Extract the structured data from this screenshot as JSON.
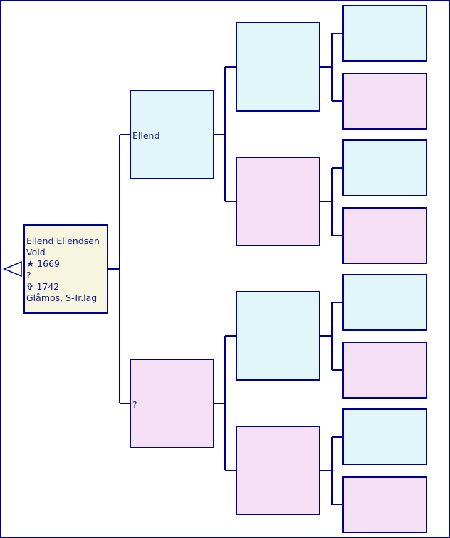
{
  "root": {
    "name_line1": "Ellend Ellendsen",
    "name_line2": "Vold",
    "birth": "★ 1669",
    "birth_place": "?",
    "death": "✞ 1742",
    "death_place": "Glåmos, S-Tr.lag"
  },
  "parents": {
    "father": "Ellend",
    "mother": "?"
  },
  "colors": {
    "male": "#e0f6f8",
    "female": "#f6e0f6",
    "root": "#f6f6e0",
    "line": "#000090"
  },
  "icons": {
    "back": "left-triangle-icon"
  }
}
